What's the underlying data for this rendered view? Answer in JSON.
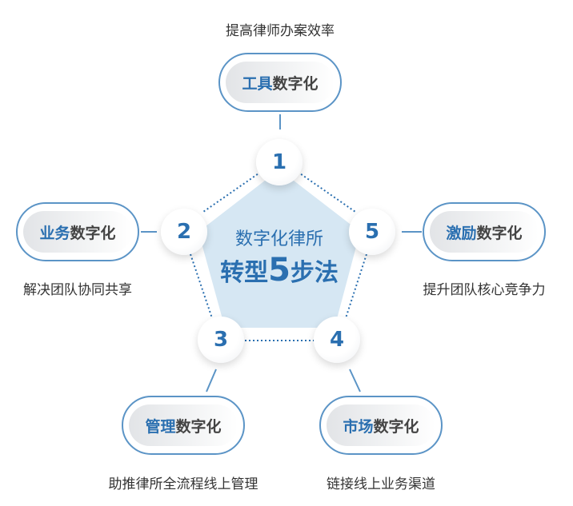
{
  "center": {
    "line1": "数字化律所",
    "line2_a": "转型",
    "line2_num": "5",
    "line2_b": "步法"
  },
  "steps": [
    {
      "num": "1",
      "highlight": "工具",
      "suffix": "数字化",
      "caption": "提高律师办案效率"
    },
    {
      "num": "2",
      "highlight": "业务",
      "suffix": "数字化",
      "caption": "解决团队协同共享"
    },
    {
      "num": "3",
      "highlight": "管理",
      "suffix": "数字化",
      "caption": "助推律所全流程线上管理"
    },
    {
      "num": "4",
      "highlight": "市场",
      "suffix": "数字化",
      "caption": "链接线上业务渠道"
    },
    {
      "num": "5",
      "highlight": "激励",
      "suffix": "数字化",
      "caption": "提升团队核心竞争力"
    }
  ],
  "colors": {
    "accent": "#2a6fb0",
    "pentagon": "#d6e7f3",
    "border": "#5b94c6"
  }
}
